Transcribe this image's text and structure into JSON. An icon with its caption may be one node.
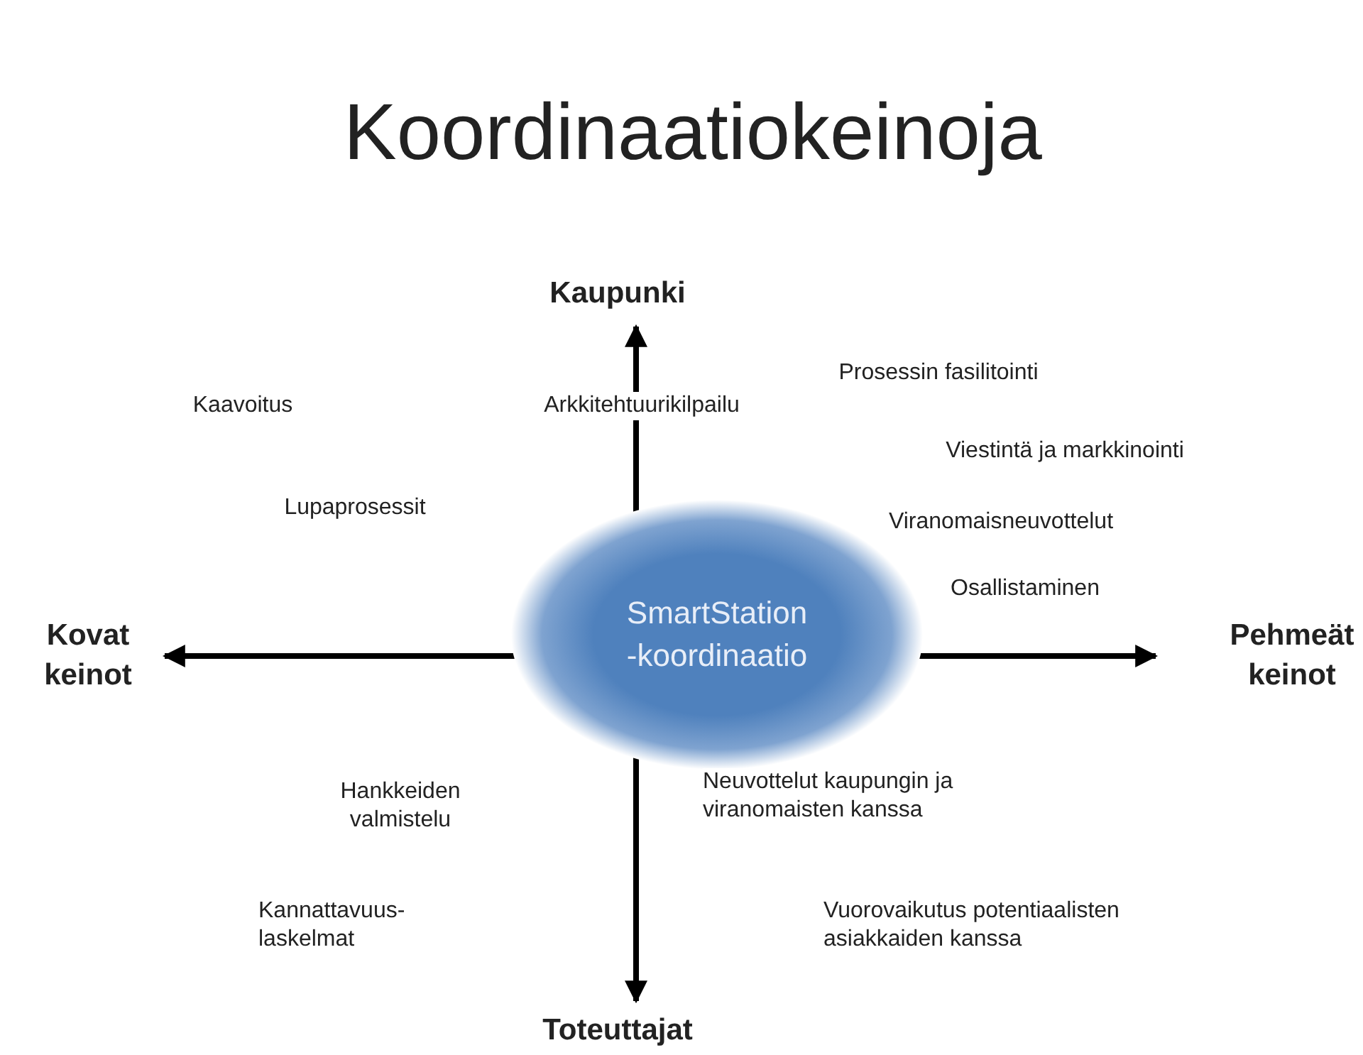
{
  "diagram": {
    "title": "Koordinaatiokeinoja",
    "nodes": [
      {
        "text": [
          "SmartStation -koordinaatio"
        ]
      }
    ],
    "labels": [
      "Kaupunki",
      "Kaavoitus",
      "Arkkitehtuurikilpailu",
      "Prosessin fasilitointi",
      "Viestintä ja markkinointi",
      "Lupaprosessit",
      "Viranomaisneuvottelut",
      "Osallistaminen",
      "Kovat keinot",
      "Pehmeät keinot",
      "Hankkeiden valmistelu",
      "Neuvottelut kaupungin ja viranomaisten kanssa",
      "Kannattavuus- laskelmat",
      "Vuorovaikutus potentiaalisten asiakkaiden kanssa",
      "Toteuttajat"
    ]
  }
}
